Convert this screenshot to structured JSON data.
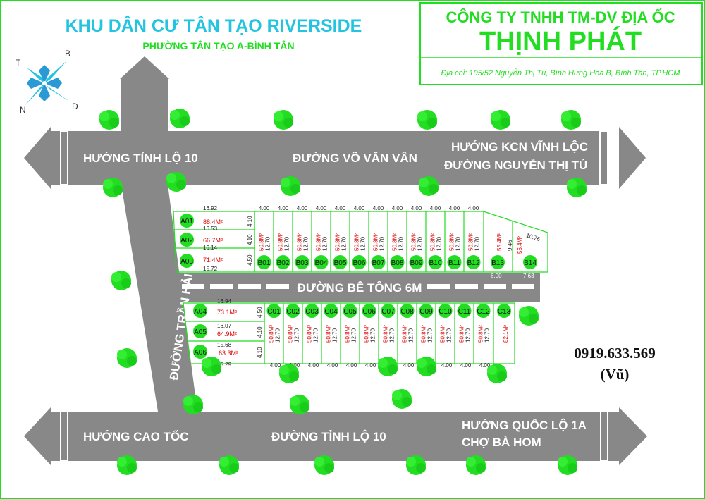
{
  "header": {
    "project_title": "KHU DÂN CƯ TÂN TẠO RIVERSIDE",
    "project_subtitle": "PHƯỜNG TÂN TẠO A-BÌNH TÂN",
    "company_line": "CÔNG TY TNHH TM-DV ĐỊA ỐC",
    "company_name": "THỊNH PHÁT",
    "address": "Địa chỉ: 105/52 Nguyễn Thị Tú, Bình Hưng Hòa B, Bình Tân, TP.HCM"
  },
  "compass": {
    "t": "T",
    "b": "B",
    "n": "N",
    "d": "Đ"
  },
  "roads": {
    "top_left": "HƯỚNG TỈNH LỘ 10",
    "top_center": "ĐƯỜNG VÕ VĂN VÂN",
    "top_right_1": "HƯỚNG KCN VĨNH LỘC",
    "top_right_2": "ĐƯỜNG NGUYỄN THỊ TÚ",
    "diagonal": "ĐƯỜNG TRẦN HẢI PHỤNG",
    "middle": "ĐƯỜNG BÊ TÔNG 6M",
    "bottom_left": "HƯỚNG CAO TỐC",
    "bottom_center": "ĐƯỜNG TỈNH LỘ 10",
    "bottom_right_1": "HƯỚNG QUỐC LỘ 1A",
    "bottom_right_2": "CHỢ BÀ HOM"
  },
  "contact": {
    "phone": "0919.633.569",
    "name": "(Vũ)"
  },
  "colors": {
    "green": "#22dd22",
    "road": "#888888",
    "cyan": "#22c4e0",
    "red": "#e00000"
  },
  "block_a_top": {
    "dims": [
      "16.92",
      "16.53",
      "16.14",
      "15.72"
    ],
    "side": [
      "4.10",
      "4.10",
      "4.50"
    ],
    "lots": [
      {
        "id": "A01",
        "area": "88.4M²"
      },
      {
        "id": "A02",
        "area": "66.7M²"
      },
      {
        "id": "A03",
        "area": "71.4M²"
      }
    ]
  },
  "block_b": {
    "widths": [
      "4.00",
      "4.00",
      "4.00",
      "4.00",
      "4.00",
      "4.00",
      "4.00",
      "4.00",
      "4.00",
      "4.00",
      "4.00",
      "4.00"
    ],
    "depth": "12.70",
    "area": "50.8M²",
    "ids": [
      "B01",
      "B02",
      "B03",
      "B04",
      "B05",
      "B06",
      "B07",
      "B08",
      "B09",
      "B10",
      "B11",
      "B12"
    ],
    "b13": {
      "id": "B13",
      "area": "55.4M²",
      "bottom": "6.00"
    },
    "b14": {
      "id": "B14",
      "area": "56.4M²",
      "bottom": "7.63",
      "side": "9.46",
      "diag": "10.76"
    }
  },
  "block_a_bottom": {
    "dims": [
      "16.94",
      "16.07",
      "15.68",
      "15.29"
    ],
    "side": [
      "4.50",
      "4.10",
      "4.10"
    ],
    "lots": [
      {
        "id": "A04",
        "area": "73.1M²"
      },
      {
        "id": "A05",
        "area": "64.9M²"
      },
      {
        "id": "A06",
        "area": "63.3M²"
      }
    ]
  },
  "block_c": {
    "widths": [
      "4.00",
      "4.00",
      "4.00",
      "4.00",
      "4.00",
      "4.00",
      "4.00",
      "4.00",
      "4.00",
      "4.00",
      "4.00",
      "4.00"
    ],
    "depth": "12.70",
    "area": "50.8M²",
    "ids": [
      "C01",
      "C02",
      "C03",
      "C04",
      "C05",
      "C06",
      "C07",
      "C08",
      "C09",
      "C10",
      "C11",
      "C12"
    ],
    "c13": {
      "id": "C13",
      "area": "82.1M²"
    }
  }
}
